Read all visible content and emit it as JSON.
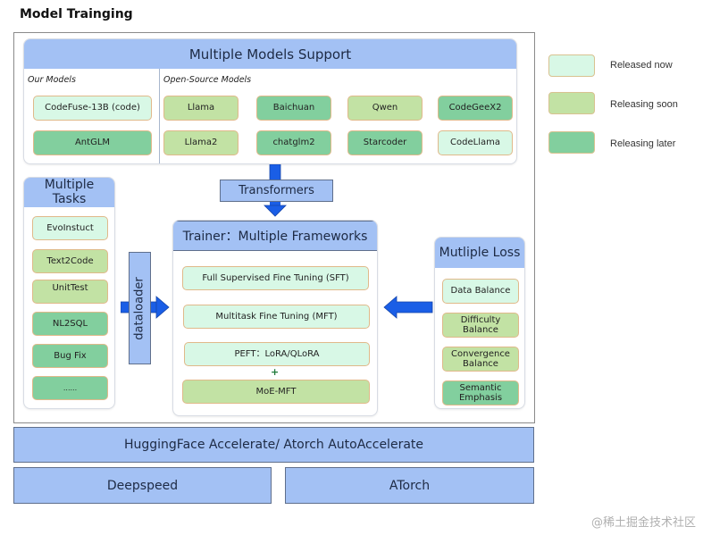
{
  "title": "Model Trainging",
  "models_panel": {
    "header": "Multiple Models Support",
    "our_models": {
      "label": "Our Models",
      "items": [
        {
          "name": "CodeFuse-13B (code)",
          "status": "released_now"
        },
        {
          "name": "AntGLM",
          "status": "releasing_later"
        }
      ]
    },
    "open_source": {
      "label": "Open-Source Models",
      "items": [
        {
          "name": "Llama",
          "status": "releasing_soon"
        },
        {
          "name": "Baichuan",
          "status": "releasing_later"
        },
        {
          "name": "Qwen",
          "status": "releasing_soon"
        },
        {
          "name": "CodeGeeX2",
          "status": "releasing_later"
        },
        {
          "name": "Llama2",
          "status": "releasing_soon"
        },
        {
          "name": "chatglm2",
          "status": "releasing_later"
        },
        {
          "name": "Starcoder",
          "status": "releasing_later"
        },
        {
          "name": "CodeLlama",
          "status": "released_now"
        }
      ]
    }
  },
  "transformers_label": "Transformers",
  "tasks_panel": {
    "header_line1": "Multiple",
    "header_line2": "Tasks",
    "items": [
      {
        "name": "EvoInstuct",
        "status": "released_now"
      },
      {
        "name": "Text2Code",
        "status": "releasing_soon"
      },
      {
        "name": "UnitTest",
        "status": "releasing_soon"
      },
      {
        "name": "NL2SQL",
        "status": "releasing_later"
      },
      {
        "name": "Bug Fix",
        "status": "releasing_later"
      },
      {
        "name": "......",
        "status": "releasing_later"
      }
    ]
  },
  "dataloader_label": "dataloader",
  "trainer_panel": {
    "header": "Trainer：Multiple Frameworks",
    "items": [
      {
        "name": "Full Supervised Fine Tuning (SFT)",
        "status": "released_now"
      },
      {
        "name": "Multitask Fine Tuning (MFT)",
        "status": "released_now"
      },
      {
        "name": "PEFT：LoRA/QLoRA",
        "status": "released_now"
      },
      {
        "name": "MoE-MFT",
        "status": "releasing_soon"
      }
    ],
    "plus": "+"
  },
  "loss_panel": {
    "header": "Mutliple Loss",
    "items": [
      {
        "line1": "Data Balance",
        "line2": "",
        "status": "released_now"
      },
      {
        "line1": "Difficulty",
        "line2": "Balance",
        "status": "releasing_soon"
      },
      {
        "line1": "Convergence",
        "line2": "Balance",
        "status": "releasing_soon"
      },
      {
        "line1": "Semantic",
        "line2": "Emphasis",
        "status": "releasing_later"
      }
    ]
  },
  "accelerate_label": "HuggingFace Accelerate/ Atorch AutoAccelerate",
  "deepspeed_label": "Deepspeed",
  "atorch_label": "ATorch",
  "legend": [
    {
      "label": "Released now",
      "color": "#d8f8e6"
    },
    {
      "label": "Releasing soon",
      "color": "#c2e2a4"
    },
    {
      "label": "Releasing later",
      "color": "#82cf9e"
    }
  ],
  "colors": {
    "header_blue": "#a3c1f4",
    "arrow_blue": "#1a5ee6",
    "released_now": "#d8f8e6",
    "releasing_soon": "#c2e2a4",
    "releasing_later": "#82cf9e"
  },
  "watermark": "@稀土掘金技术社区"
}
